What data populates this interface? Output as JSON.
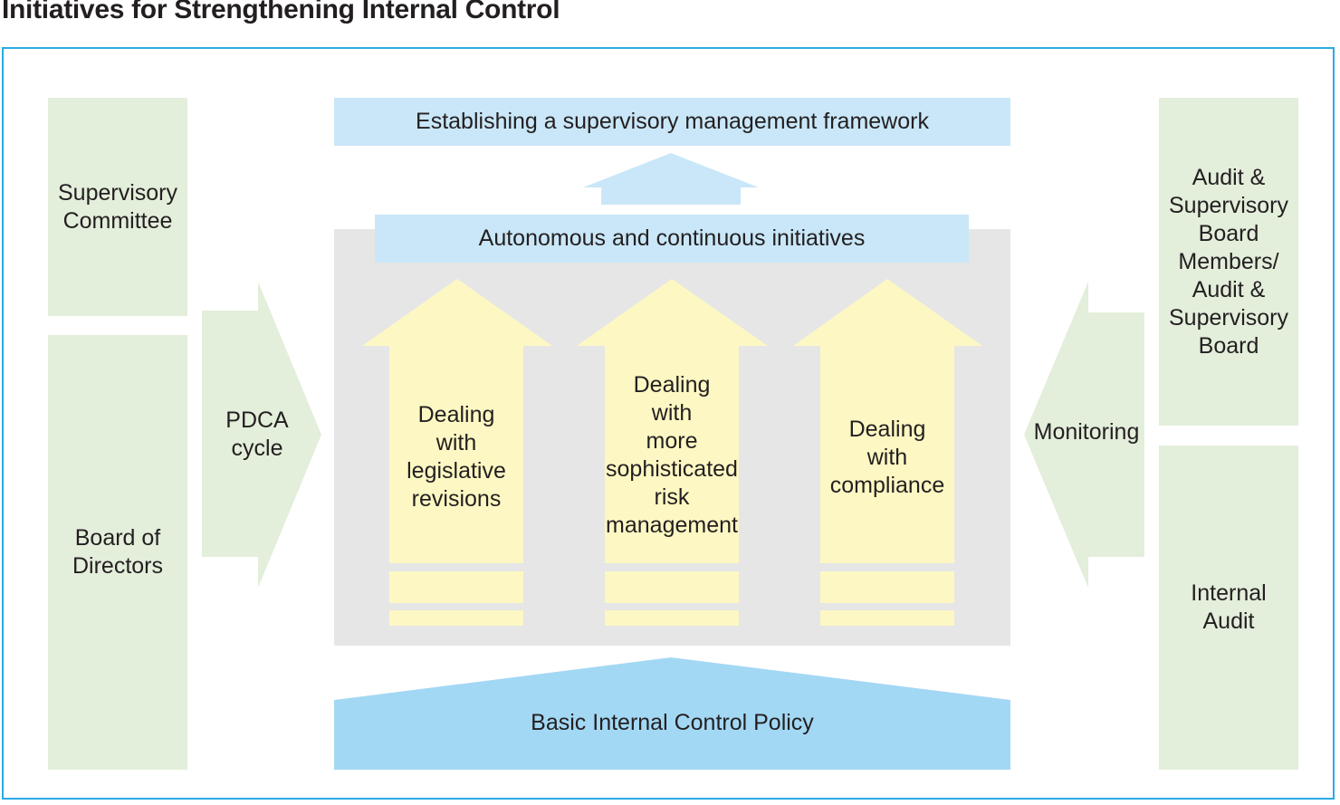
{
  "title": "Initiatives for Strengthening Internal Control",
  "colors": {
    "frame": "#29abe2",
    "green": "#e3eedb",
    "light_blue": "#c9e7f8",
    "policy_blue": "#a3d8f4",
    "yellow": "#fdf8c3",
    "gray": "#e6e6e6"
  },
  "left": {
    "supervisory_committee": "Supervisory\nCommittee",
    "board_of_directors": "Board of\nDirectors",
    "pdca_cycle": "PDCA\ncycle"
  },
  "center": {
    "top_goal": "Establishing a supervisory management framework",
    "autonomous": "Autonomous and continuous initiatives",
    "pillars": [
      "Dealing\nwith\nlegislative\nrevisions",
      "Dealing\nwith\nmore\nsophisticated\nrisk\nmanagement",
      "Dealing\nwith\ncompliance"
    ],
    "base_policy": "Basic Internal Control Policy"
  },
  "right": {
    "monitoring": "Monitoring",
    "audit_board": "Audit &\nSupervisory\nBoard\nMembers/\nAudit &\nSupervisory\nBoard",
    "internal_audit": "Internal\nAudit"
  }
}
